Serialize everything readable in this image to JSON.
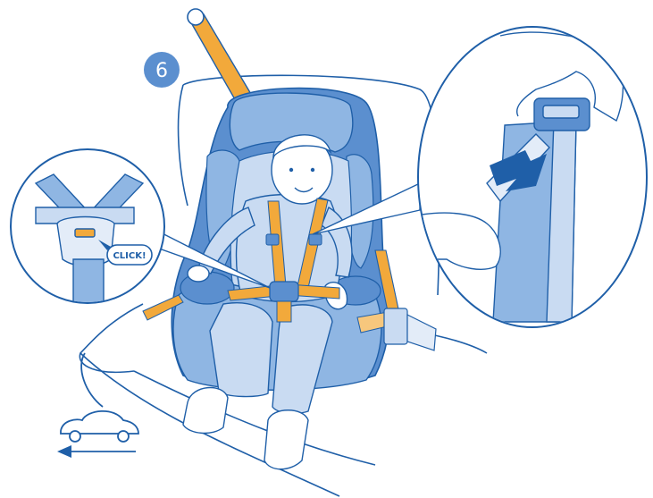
{
  "step": {
    "number": "6"
  },
  "callout_left": {
    "label": "CLICK!"
  },
  "colors": {
    "outline": "#1f5fa8",
    "seat_dark": "#5b8fcf",
    "seat_mid": "#8fb6e3",
    "seat_light": "#c9dbf2",
    "seat_pale": "#e3ecf8",
    "belt": "#f2a93b",
    "belt_light": "#f7c77d",
    "badge": "#5b8fcf"
  },
  "icons": {
    "step_badge": "circle-number",
    "direction": "car-with-arrow-left",
    "pull_arrow": "down-left-arrow"
  }
}
